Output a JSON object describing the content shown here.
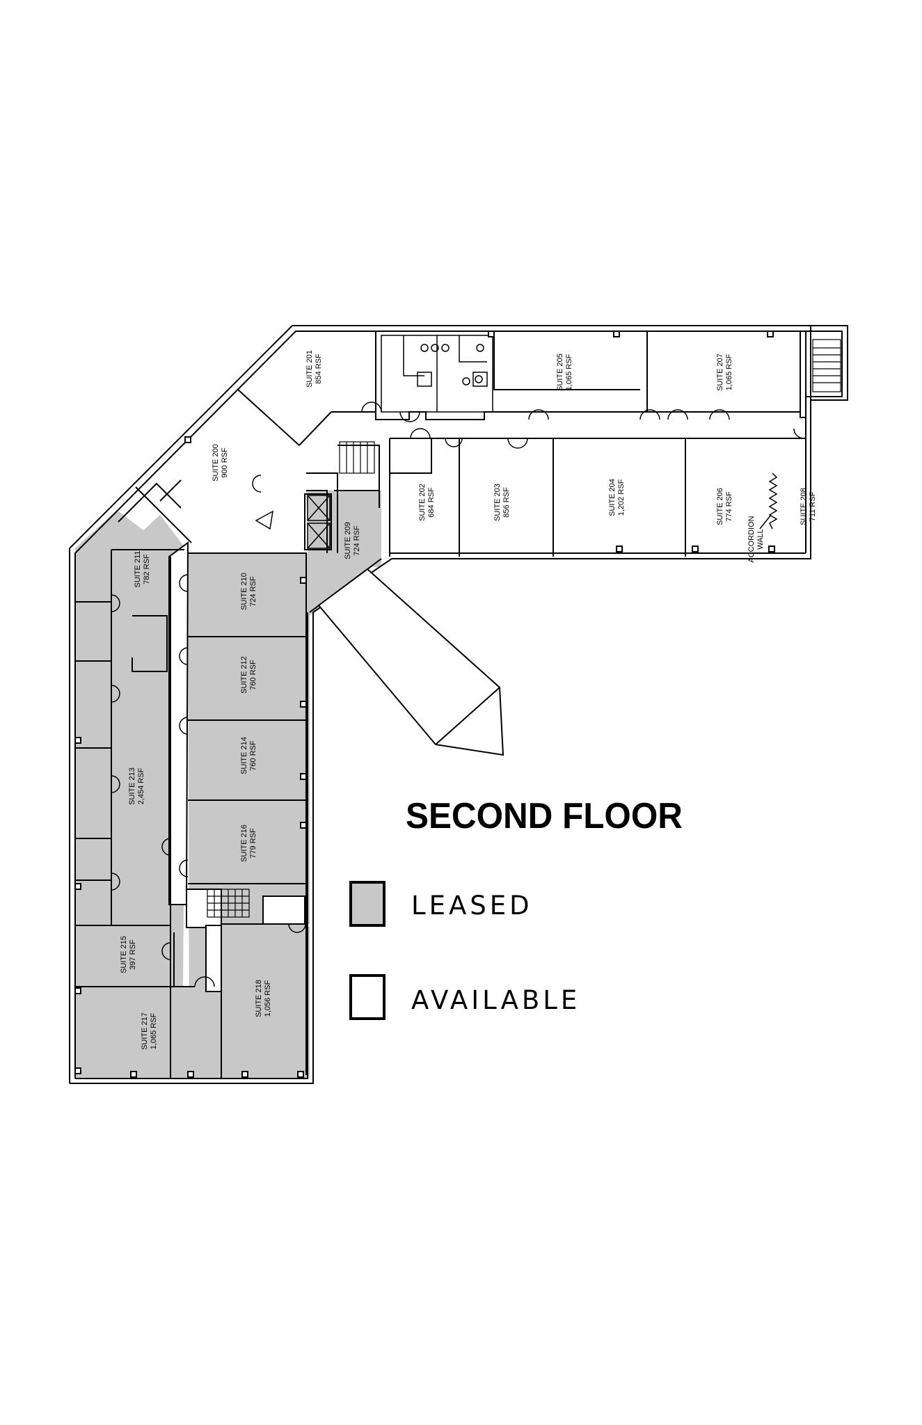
{
  "title": "SECOND FLOOR",
  "legend": [
    {
      "label": "LEASED",
      "color": "#c8c8c8"
    },
    {
      "label": "AVAILABLE",
      "color": "#ffffff"
    }
  ],
  "colors": {
    "leased": "#c8c8c8",
    "available": "#ffffff",
    "wall": "#000000"
  },
  "suites": [
    {
      "id": "201",
      "name": "SUITE 201",
      "area": "854 RSF",
      "status": "available"
    },
    {
      "id": "200",
      "name": "SUITE 200",
      "area": "900 RSF",
      "status": "available"
    },
    {
      "id": "205",
      "name": "SUITE 205",
      "area": "1,065 RSF",
      "status": "available"
    },
    {
      "id": "207",
      "name": "SUITE 207",
      "area": "1,065 RSF",
      "status": "available"
    },
    {
      "id": "202",
      "name": "SUITE 202",
      "area": "684 RSF",
      "status": "available"
    },
    {
      "id": "203",
      "name": "SUITE 203",
      "area": "856 RSF",
      "status": "available"
    },
    {
      "id": "204",
      "name": "SUITE 204",
      "area": "1,202 RSF",
      "status": "available"
    },
    {
      "id": "206",
      "name": "SUITE 206",
      "area": "774 RSF",
      "status": "available"
    },
    {
      "id": "208",
      "name": "SUITE 208",
      "area": "711 RSF",
      "status": "available"
    },
    {
      "id": "209",
      "name": "SUITE 209",
      "area": "724 RSF",
      "status": "leased"
    },
    {
      "id": "211",
      "name": "SUITE 211",
      "area": "782 RSF",
      "status": "leased"
    },
    {
      "id": "210",
      "name": "SUITE 210",
      "area": "724 RSF",
      "status": "leased"
    },
    {
      "id": "212",
      "name": "SUITE 212",
      "area": "760 RSF",
      "status": "leased"
    },
    {
      "id": "214",
      "name": "SUITE 214",
      "area": "760 RSF",
      "status": "leased"
    },
    {
      "id": "216",
      "name": "SUITE 216",
      "area": "779 RSF",
      "status": "leased"
    },
    {
      "id": "213",
      "name": "SUITE 213",
      "area": "2,454 RSF",
      "status": "leased"
    },
    {
      "id": "215",
      "name": "SUITE 215",
      "area": "397 RSF",
      "status": "leased"
    },
    {
      "id": "217",
      "name": "SUITE 217",
      "area": "1,065 RSF",
      "status": "leased"
    },
    {
      "id": "218",
      "name": "SUITE 218",
      "area": "1,056 RSF",
      "status": "leased"
    }
  ],
  "annotations": {
    "accordion_line1": "ACCORDION",
    "accordion_line2": "WALL"
  }
}
